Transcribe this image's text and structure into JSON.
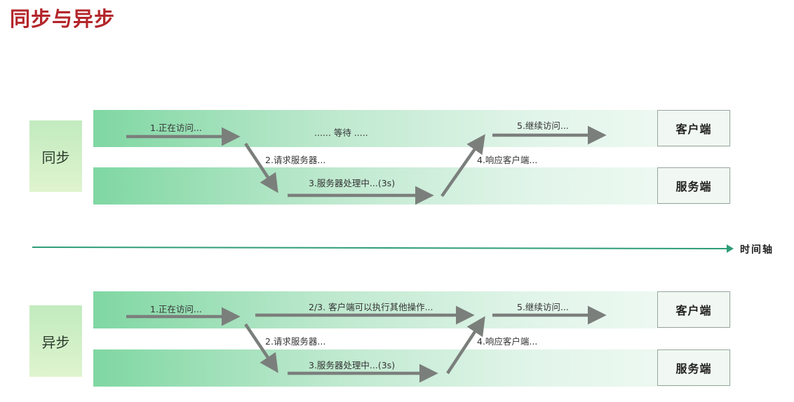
{
  "title": "同步与异步",
  "time_axis_label": "时间轴",
  "sync": {
    "label": "同步",
    "client_label": "客户端",
    "server_label": "服务端",
    "step1": "1.正在访问...",
    "waiting": "...... 等待 .....",
    "step2": "2.请求服务器...",
    "step3": "3.服务器处理中...(3s)",
    "step4": "4.响应客户端...",
    "step5": "5.继续访问..."
  },
  "async": {
    "label": "异步",
    "client_label": "客户端",
    "server_label": "服务端",
    "step1": "1.正在访问...",
    "step23": "2/3. 客户端可以执行其他操作...",
    "step2": "2.请求服务器...",
    "step3": "3.服务器处理中...(3s)",
    "step4": "4.响应客户端...",
    "step5": "5.继续访问..."
  },
  "colors": {
    "title": "#b3262b",
    "arrow": "#7b7f7c",
    "axis": "#2f9e7a"
  }
}
